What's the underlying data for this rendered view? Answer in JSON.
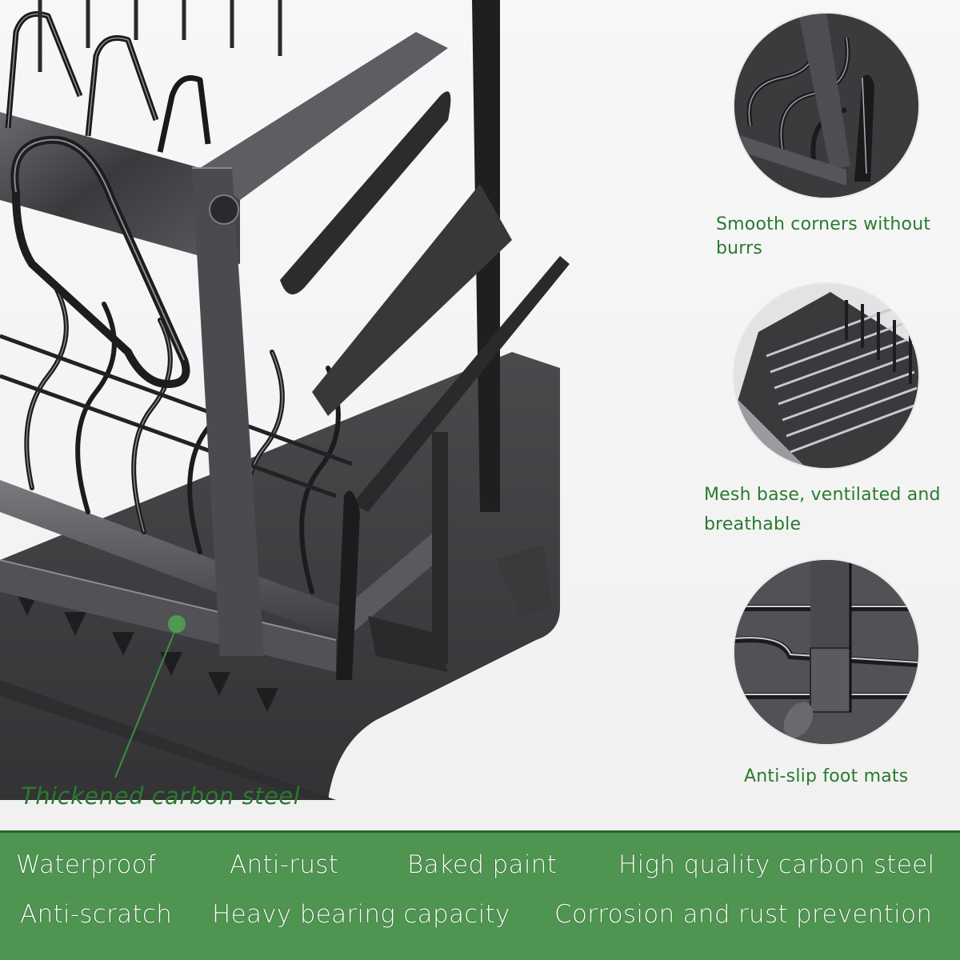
{
  "product": {
    "name": "two-tier dish drying rack",
    "image_alt": "Black carbon steel two-tier dish rack with drainboard tray",
    "callout": {
      "label": "Thickened carbon steel",
      "color": "#4f9a52"
    }
  },
  "insets": [
    {
      "id": "smooth-corners",
      "caption": "Smooth corners without burrs"
    },
    {
      "id": "mesh-base",
      "caption": "Mesh base, ventilated and breathable"
    },
    {
      "id": "anti-slip",
      "caption": "Anti-slip foot mats"
    }
  ],
  "banner": {
    "background": "#4f9450",
    "border": "#1f6a22",
    "row1": [
      "Waterproof",
      "Anti-rust",
      "Baked paint",
      "High quality carbon steel"
    ],
    "row2": [
      "Anti-scratch",
      "Heavy bearing capacity",
      "Corrosion and rust prevention"
    ]
  },
  "colors": {
    "accent_text": "#2a7a2e",
    "steel_dark": "#2b2b2d",
    "steel_mid": "#4a4a4d",
    "tray": "#3f3f42"
  }
}
